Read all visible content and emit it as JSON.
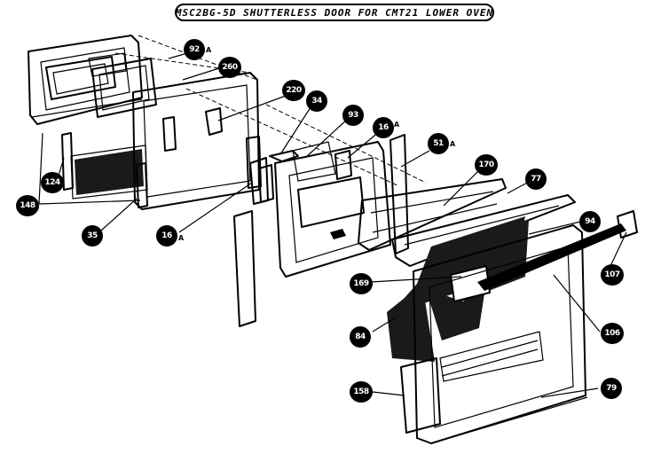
{
  "title": "MSC2BG-5D SHUTTERLESS DOOR FOR CMT21 LOWER OVEN",
  "callouts": {
    "c92": {
      "label": "92",
      "suffix": "A"
    },
    "c260": {
      "label": "260"
    },
    "c220": {
      "label": "220"
    },
    "c34": {
      "label": "34"
    },
    "c93": {
      "label": "93"
    },
    "c16top": {
      "label": "16",
      "suffix": "A"
    },
    "c51": {
      "label": "51",
      "suffix": "A"
    },
    "c170": {
      "label": "170"
    },
    "c77": {
      "label": "77"
    },
    "c94right": {
      "label": "94"
    },
    "c107": {
      "label": "107"
    },
    "c124": {
      "label": "124"
    },
    "c148": {
      "label": "148"
    },
    "c35": {
      "label": "35"
    },
    "c16bottom": {
      "label": "16",
      "suffix": "A"
    },
    "c169": {
      "label": "169"
    },
    "c106": {
      "label": "106"
    },
    "c84": {
      "label": "84"
    },
    "c158": {
      "label": "158"
    },
    "c79": {
      "label": "79"
    }
  }
}
